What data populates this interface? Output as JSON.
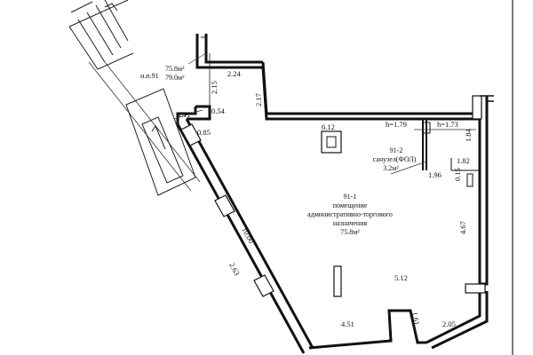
{
  "stamp": {
    "plot_id": "и.п.91",
    "area_1": "75.8м²",
    "area_2": "79.0м²"
  },
  "rooms": {
    "main": {
      "number": "91-1",
      "line1": "помещение",
      "line2": "административно-торгового",
      "line3": "назначения",
      "area": "75.8м²"
    },
    "wc": {
      "number": "91-2",
      "name": "санузел(ФОЛ)",
      "area": "3.2м²"
    }
  },
  "dimensions": {
    "d224": "2.24",
    "d215": "2.15",
    "d217": "2.17",
    "d111": "1.11",
    "d054": "0.54",
    "d085": "0.85",
    "d612": "6.12",
    "h179": "h=1.79",
    "h173": "h=1.73",
    "d184": "1.84",
    "d182": "1.82",
    "d196": "1.96",
    "d015": "0.15",
    "d467": "4.67",
    "d512": "5.12",
    "d1000": "10.00",
    "d263": "2.63",
    "d451": "4.51",
    "d161": "1.61",
    "d205": "2.05"
  }
}
